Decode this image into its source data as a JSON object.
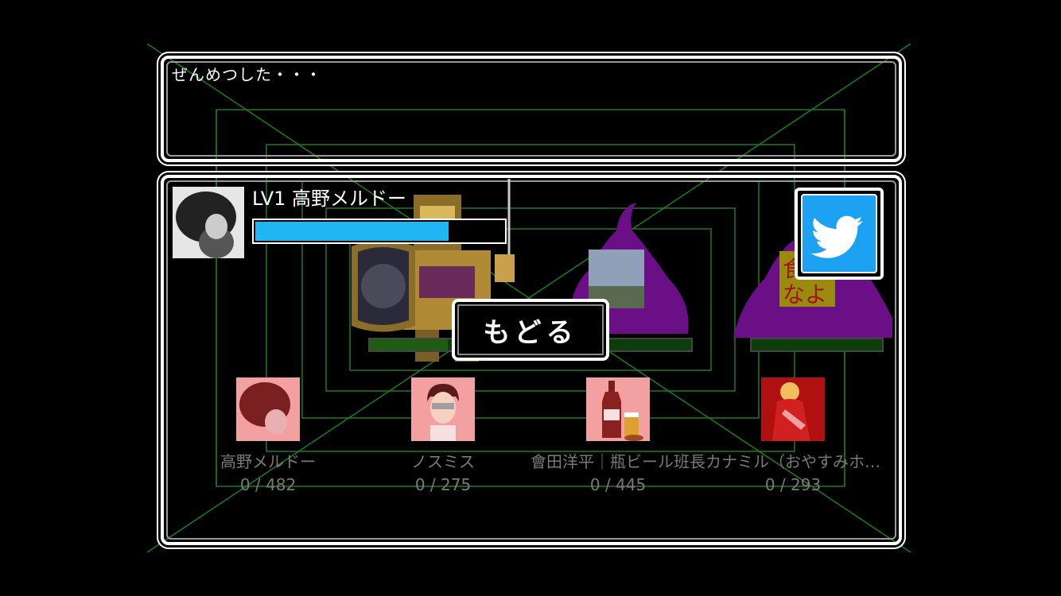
{
  "message": "ぜんめつした・・・",
  "player": {
    "name": "LV1 高野メルドー",
    "hp_fraction": 0.78
  },
  "back_button": "もどる",
  "twitter_button": "twitter-icon",
  "enemies": [
    {
      "name": "armored-knight",
      "hp_fraction": 0.6
    },
    {
      "name": "purple-ghost-photo",
      "hp_fraction": 0.0
    },
    {
      "name": "purple-ghost-text",
      "hp_fraction": 0.0
    }
  ],
  "enemy_sign_text": "食\nなよ",
  "members": [
    {
      "name": "高野メルドー",
      "score": "0 / 482"
    },
    {
      "name": "ノスミス",
      "score": "0 / 275"
    },
    {
      "name": "會田洋平｜瓶ビール班長",
      "score": "0 / 445"
    },
    {
      "name": "カナミル（おやすみホ…",
      "score": "0 / 293"
    }
  ],
  "colors": {
    "hp_blue": "#1fb6f3",
    "grid_green": "#1e7a1e",
    "ghost_purple": "#6a0f86",
    "twitter_blue": "#1da1f2"
  }
}
